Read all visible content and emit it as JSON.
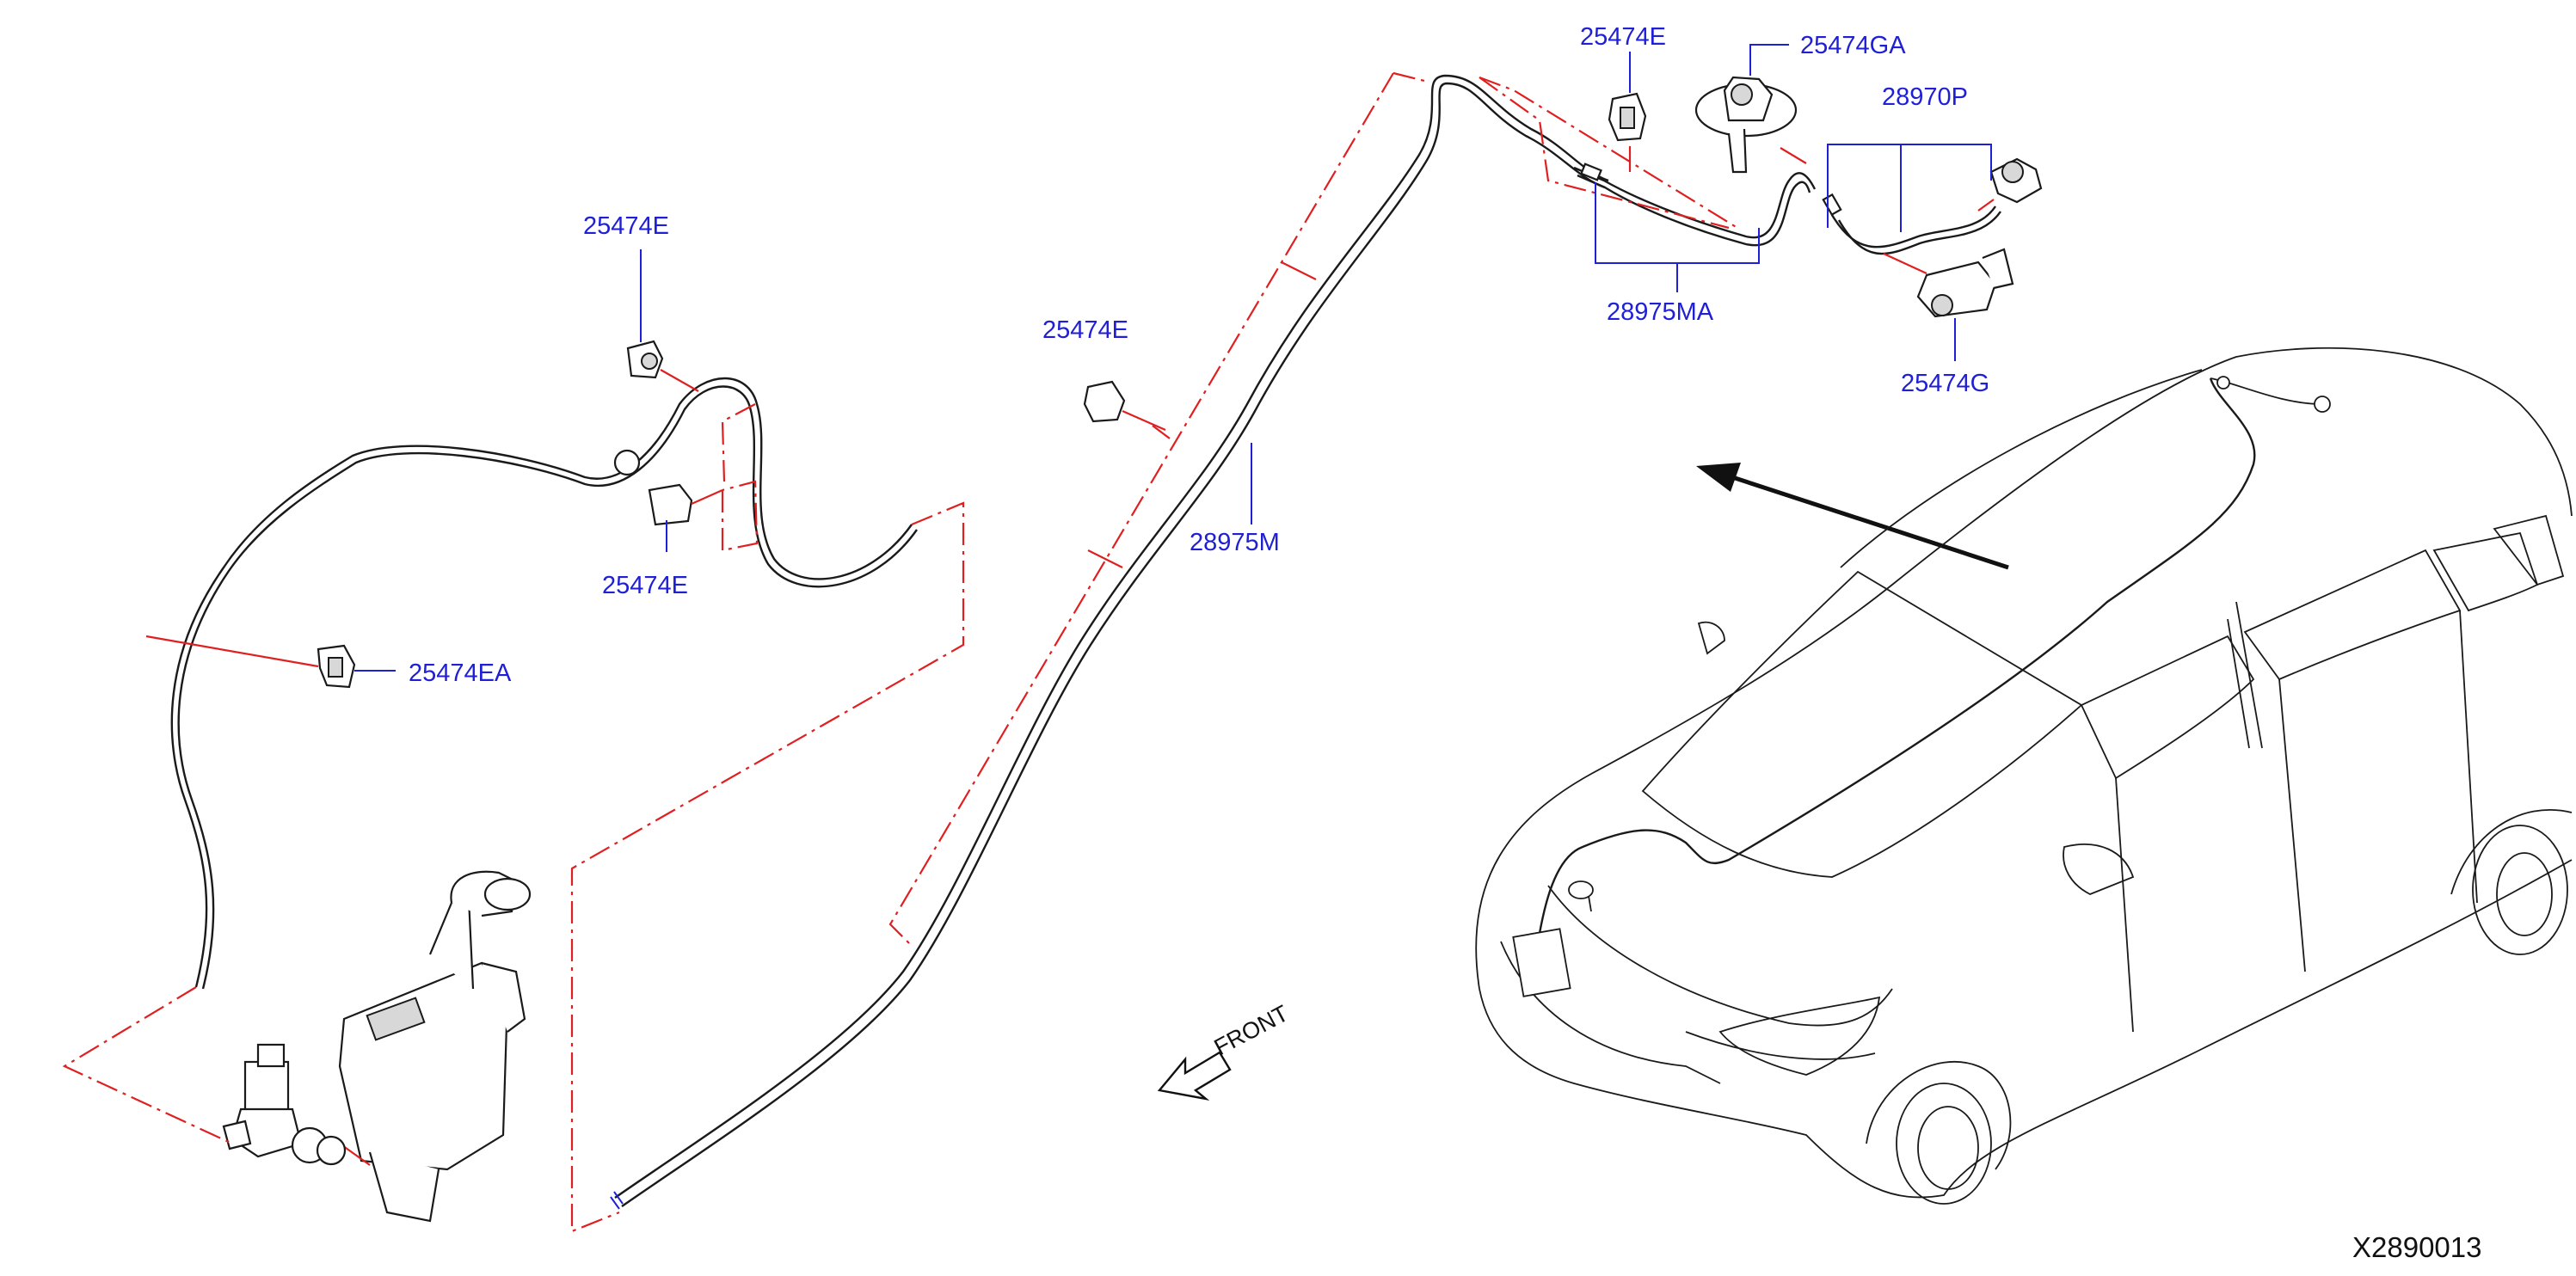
{
  "diagram_code": "X2890013",
  "front_label": "FRONT",
  "part_labels": {
    "clip_upper_left": "25474E",
    "clip_lower_left": "25474E",
    "clip_bracket": "25474EA",
    "clip_middle": "25474E",
    "hose_main": "28975M",
    "clip_top": "25474E",
    "nozzle_cover": "25474GA",
    "nozzle_assy": "28970P",
    "hose_rear": "28975MA",
    "nozzle_lower": "25474G"
  },
  "colors": {
    "label_blue": "#1f1fd6",
    "phantom_red": "#e02020",
    "line_black": "#1a1a1a"
  }
}
